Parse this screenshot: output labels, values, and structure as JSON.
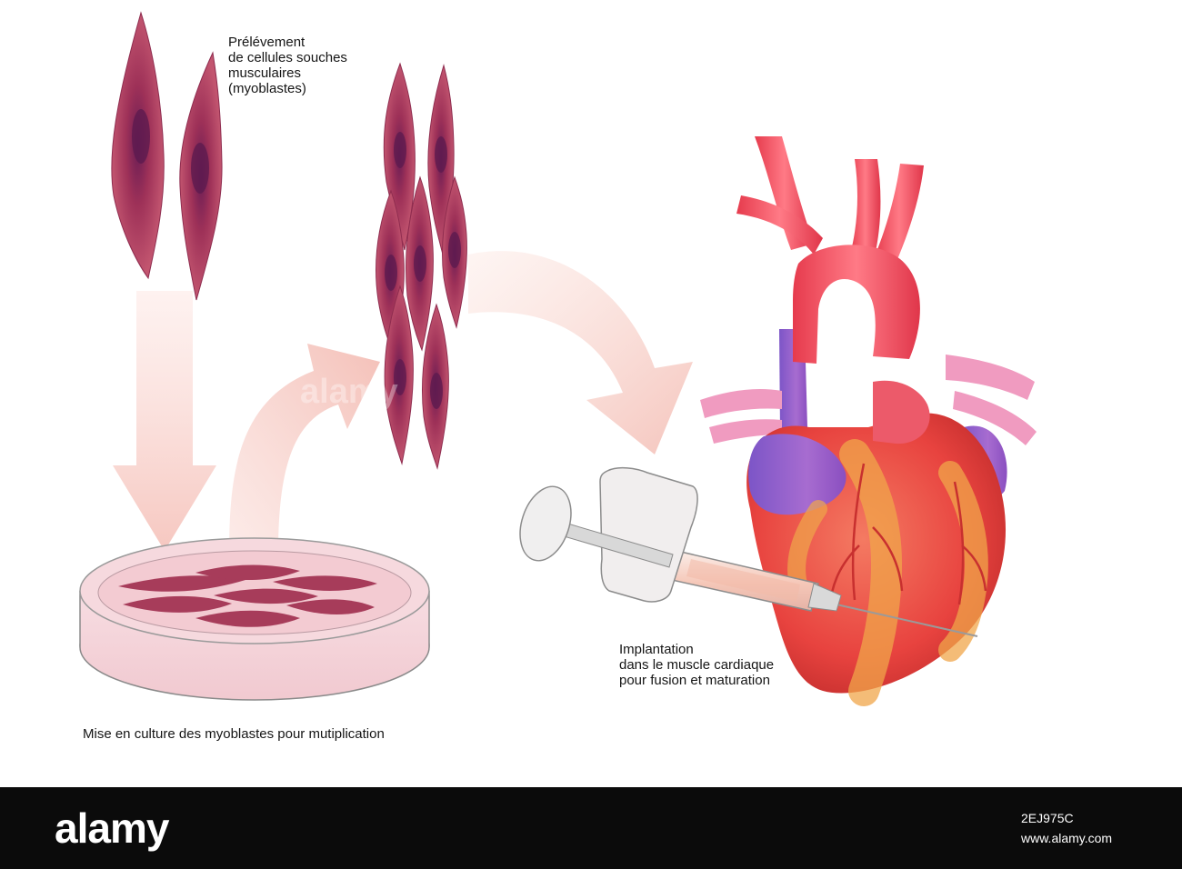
{
  "labels": {
    "harvest": [
      "Prélévement",
      "de cellules souches",
      "musculaires",
      "(myoblastes)"
    ],
    "culture": "Mise en culture des myoblastes pour mutiplication",
    "implant": [
      "Implantation",
      "dans le muscle cardiaque",
      "pour fusion et maturation"
    ]
  },
  "footer": {
    "brand": "alamy",
    "image_id": "2EJ975C",
    "url": "www.alamy.com"
  },
  "watermark": "alamy",
  "colors": {
    "cell": "#a33a5a",
    "cell_nucleus": "#6a1d55",
    "arrow": "#f6cfc8",
    "heart": "#e8433f",
    "vein": "#9b5fc0",
    "footer_bg": "#0b0b0b"
  }
}
